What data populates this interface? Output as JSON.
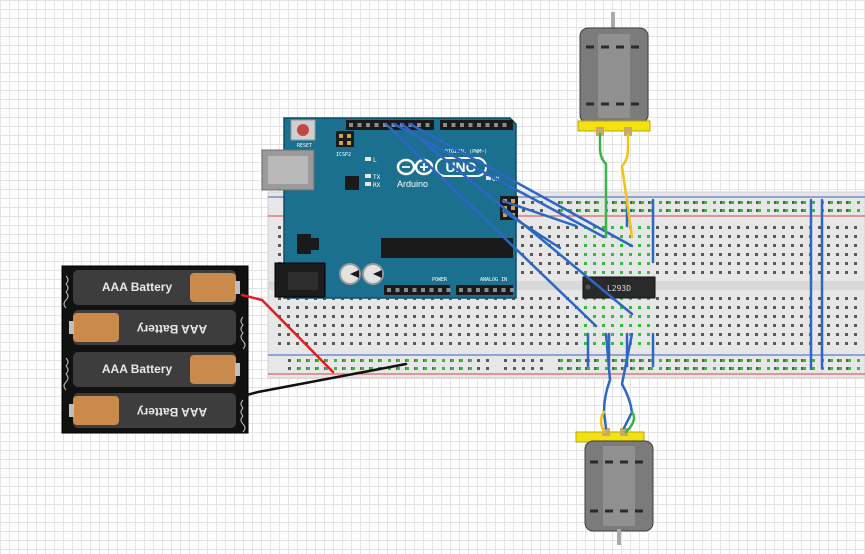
{
  "canvas": {
    "background": "#ffffff",
    "grid_color": "#e4e4e4"
  },
  "arduino": {
    "brand": "Arduino",
    "model": "UNO",
    "reset_label": "RESET",
    "icsp_label": "ICSP2",
    "led_l": "L",
    "led_tx": "TX",
    "led_rx": "RX",
    "digital_label": "DIGITAL (PWM~)",
    "power_label": "POWER",
    "analog_label": "ANALOG IN",
    "on_label": "ON",
    "board_color": "#1b6f8f"
  },
  "batteries": {
    "cells": [
      {
        "label": "AAA Battery",
        "flipped": false
      },
      {
        "label": "AAA Battery",
        "flipped": true
      },
      {
        "label": "AAA Battery",
        "flipped": false
      },
      {
        "label": "AAA Battery",
        "flipped": true
      }
    ]
  },
  "driver_chip": {
    "label": "L293D"
  },
  "motors": [
    {
      "name": "motor-top"
    },
    {
      "name": "motor-bottom"
    }
  ],
  "wire_colors": {
    "signal": "#2d66c3",
    "positive": "#e01e1e",
    "negative": "#111111",
    "motor_green": "#3cb34a",
    "motor_yellow": "#f3c219"
  }
}
